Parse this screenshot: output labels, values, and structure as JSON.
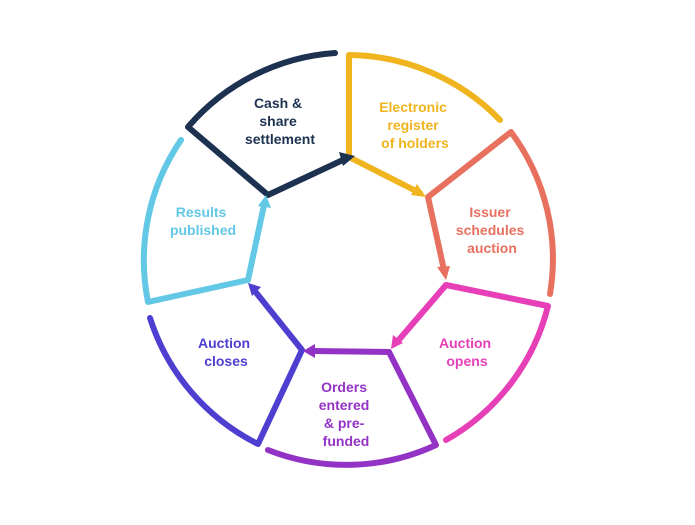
{
  "cycle": {
    "stages": [
      {
        "id": "cash-share-settlement",
        "lines": [
          "Cash &",
          "share",
          "settlement"
        ],
        "color": "#1c3250"
      },
      {
        "id": "electronic-register",
        "lines": [
          "Electronic",
          "register",
          "of holders"
        ],
        "color": "#f0b51e"
      },
      {
        "id": "issuer-schedules-auction",
        "lines": [
          "Issuer",
          "schedules",
          "auction"
        ],
        "color": "#e8705f"
      },
      {
        "id": "auction-opens",
        "lines": [
          "Auction",
          "opens"
        ],
        "color": "#e63fb8"
      },
      {
        "id": "orders-entered",
        "lines": [
          "Orders",
          "entered",
          "& pre-",
          "funded"
        ],
        "color": "#9333c6"
      },
      {
        "id": "auction-closes",
        "lines": [
          "Auction",
          "closes"
        ],
        "color": "#4f3fd0"
      },
      {
        "id": "results-published",
        "lines": [
          "Results",
          "published"
        ],
        "color": "#62c8e6"
      }
    ]
  }
}
